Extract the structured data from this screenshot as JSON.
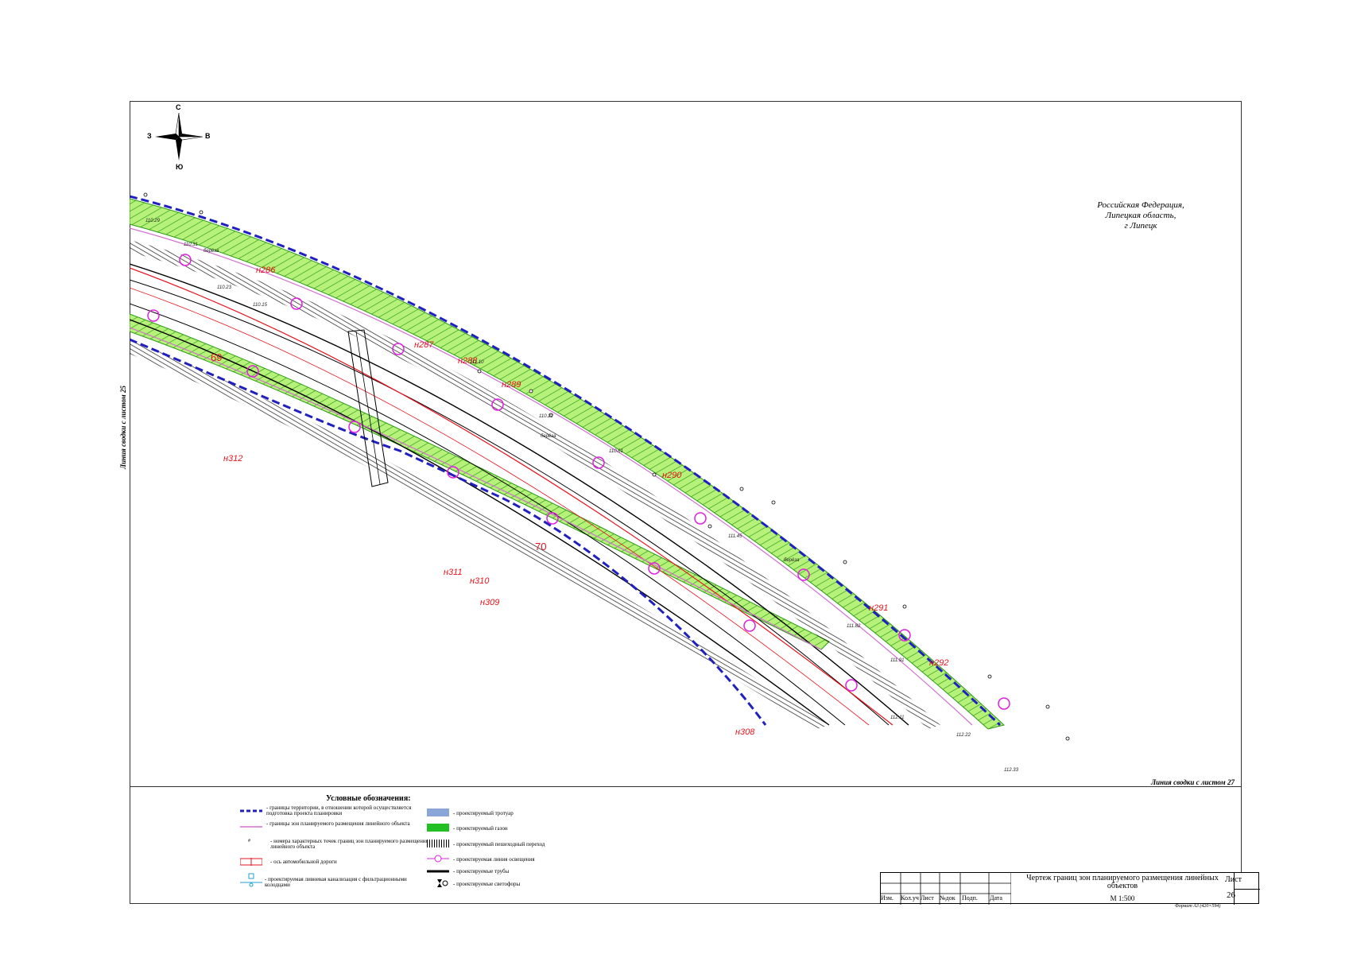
{
  "compass": {
    "north": "С",
    "south": "Ю",
    "west": "З",
    "east": "В"
  },
  "region_label": {
    "line1": "Российская Федерация,",
    "line2": "Липецкая область,",
    "line3": "г Липецк"
  },
  "match_lines": {
    "left": "Линия сводки с листом 25",
    "right": "Линия сводки с листом 27"
  },
  "boundary_points": [
    {
      "label": "н286"
    },
    {
      "label": "н287"
    },
    {
      "label": "н288"
    },
    {
      "label": "н289"
    },
    {
      "label": "н290"
    },
    {
      "label": "н291"
    },
    {
      "label": "н292"
    },
    {
      "label": "н308"
    },
    {
      "label": "н309"
    },
    {
      "label": "н310"
    },
    {
      "label": "н311"
    },
    {
      "label": "н312"
    }
  ],
  "pickets": [
    {
      "label": "69"
    },
    {
      "label": "70"
    }
  ],
  "elevations": [
    {
      "label": "110.29"
    },
    {
      "label": "110.31"
    },
    {
      "label": "110.23"
    },
    {
      "label": "110.15"
    },
    {
      "label": "111.10"
    },
    {
      "label": "110.22"
    },
    {
      "label": "110.61"
    },
    {
      "label": "111.45"
    },
    {
      "label": "111.82"
    },
    {
      "label": "111.91"
    },
    {
      "label": "112.11"
    },
    {
      "label": "112.22"
    },
    {
      "label": "112.33"
    }
  ],
  "tree_labels": [
    {
      "label": "берёза"
    },
    {
      "label": "берёза"
    },
    {
      "label": "берёза"
    }
  ],
  "legend": {
    "title": "Условные обозначения:",
    "items": [
      {
        "text": "- границы территории, в отношении которой осуществляется подготовка проекта планировки",
        "color": "#2020c0"
      },
      {
        "text": "- границы зон планируемого размещения линейного объекта",
        "color": "#d070d0"
      },
      {
        "text": "- номера характерных точек границ зон планируемого размещения линейного объекта",
        "color": "#000000"
      },
      {
        "text": "- ось автомобильной дороги",
        "color": "#e8141e"
      },
      {
        "text": "- проектируемая ливневая канализация с фильтрационными колодцами",
        "color": "#20a0d0"
      },
      {
        "text": "- проектируемый тротуар",
        "color": "#8aa6d8"
      },
      {
        "text": "- проектируемый газон",
        "color": "#22c022"
      },
      {
        "text": "- проектируемый пешеходный переход",
        "color": "#000000"
      },
      {
        "text": "- проектируемая линия освещения",
        "color": "#e020e0"
      },
      {
        "text": "- проектируемые трубы",
        "color": "#000000"
      },
      {
        "text": "- проектируемые светофоры",
        "color": "#000000"
      }
    ]
  },
  "stamp": {
    "title": "Чертеж границ зон планируемого размещения линейных объектов",
    "scale": "М 1:500",
    "sheet_label": "Лист",
    "sheet_number": "26",
    "columns": [
      "Изм.",
      "Кол.уч",
      "Лист",
      "№док",
      "Подп.",
      "Дата"
    ]
  },
  "format_note": "Формат А3 (420×594)"
}
